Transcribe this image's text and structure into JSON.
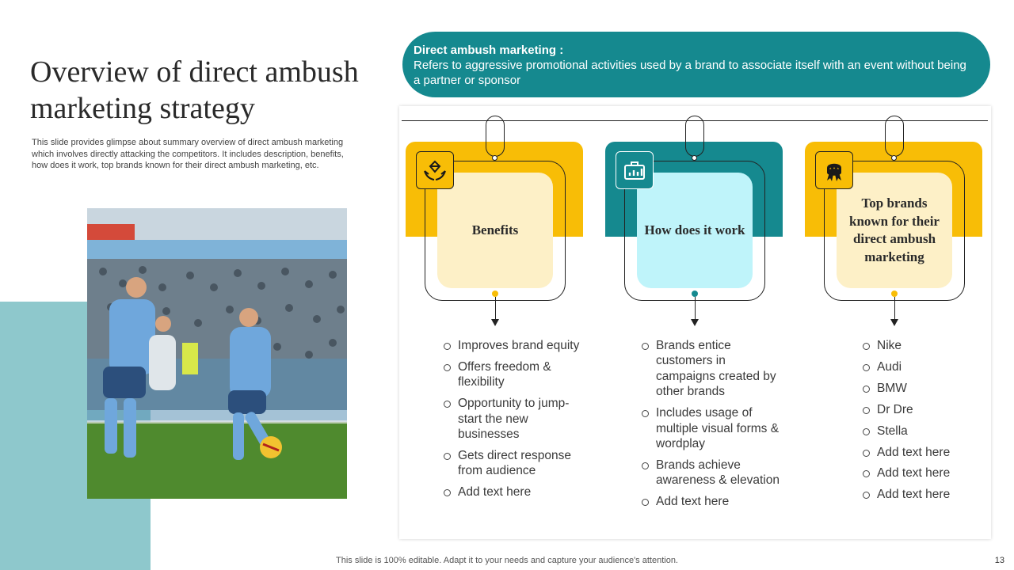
{
  "slide": {
    "title": "Overview of  direct ambush marketing strategy",
    "description": "This slide provides glimpse about summary overview of direct ambush marketing which involves directly attacking the competitors. It includes description, benefits, how does it work, top brands known for their direct ambush marketing, etc.",
    "footer_note": "This slide is 100% editable. Adapt it to your needs and capture your audience's attention.",
    "page_number": "13"
  },
  "definition": {
    "title": "Direct ambush marketing :",
    "text": "Refers to aggressive promotional activities used by a brand to associate itself with an event without being a partner or sponsor"
  },
  "columns": [
    {
      "label": "Benefits",
      "icon": "hands-diamond-icon",
      "bullets": [
        "Improves brand equity",
        "Offers freedom & flexibility",
        "Opportunity to jump-start the new businesses",
        "Gets direct response from audience",
        "Add text here"
      ]
    },
    {
      "label": "How does it work",
      "icon": "briefcase-chart-icon",
      "bullets": [
        "Brands entice customers in campaigns created by other brands",
        "Includes usage of multiple visual forms & wordplay",
        "Brands achieve awareness & elevation",
        "Add text here"
      ]
    },
    {
      "label": "Top brands known for their direct ambush marketing",
      "icon": "star-badge-icon",
      "bullets": [
        "Nike",
        "Audi",
        "BMW",
        "Dr Dre",
        "Stella",
        "Add text here",
        "Add text here",
        "Add text here"
      ]
    }
  ],
  "colors": {
    "teal": "#15898f",
    "yellow": "#f8bd06",
    "light_yellow": "#fdf0c7",
    "light_cyan": "#bff4fa",
    "side_block": "#8ec8cc"
  }
}
